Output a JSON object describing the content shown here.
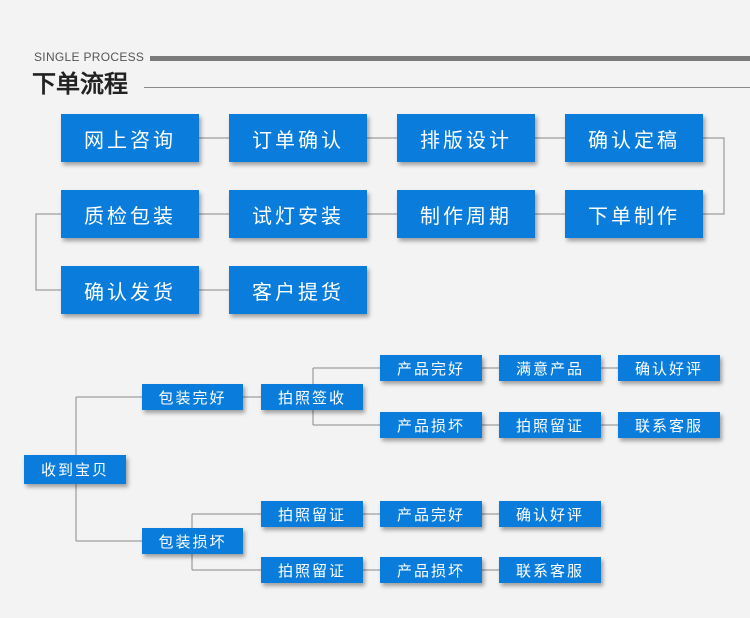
{
  "header": {
    "subtitle_en": "SINGLE PROCESS",
    "title_cn": "下单流程"
  },
  "flow1": {
    "row1": [
      "网上咨询",
      "订单确认",
      "排版设计",
      "确认定稿"
    ],
    "row2": [
      "质检包装",
      "试灯安装",
      "制作周期",
      "下单制作"
    ],
    "row3": [
      "确认发货",
      "客户提货"
    ]
  },
  "flow2": {
    "root": "收到宝贝",
    "good": {
      "label": "包装完好",
      "sign": "拍照签收",
      "ok_path": [
        "产品完好",
        "满意产品",
        "确认好评"
      ],
      "bad_path": [
        "产品损坏",
        "拍照留证",
        "联系客服"
      ]
    },
    "damaged": {
      "label": "包装损坏",
      "path_a": [
        "拍照留证",
        "产品完好",
        "确认好评"
      ],
      "path_b": [
        "拍照留证",
        "产品损坏",
        "联系客服"
      ]
    }
  }
}
